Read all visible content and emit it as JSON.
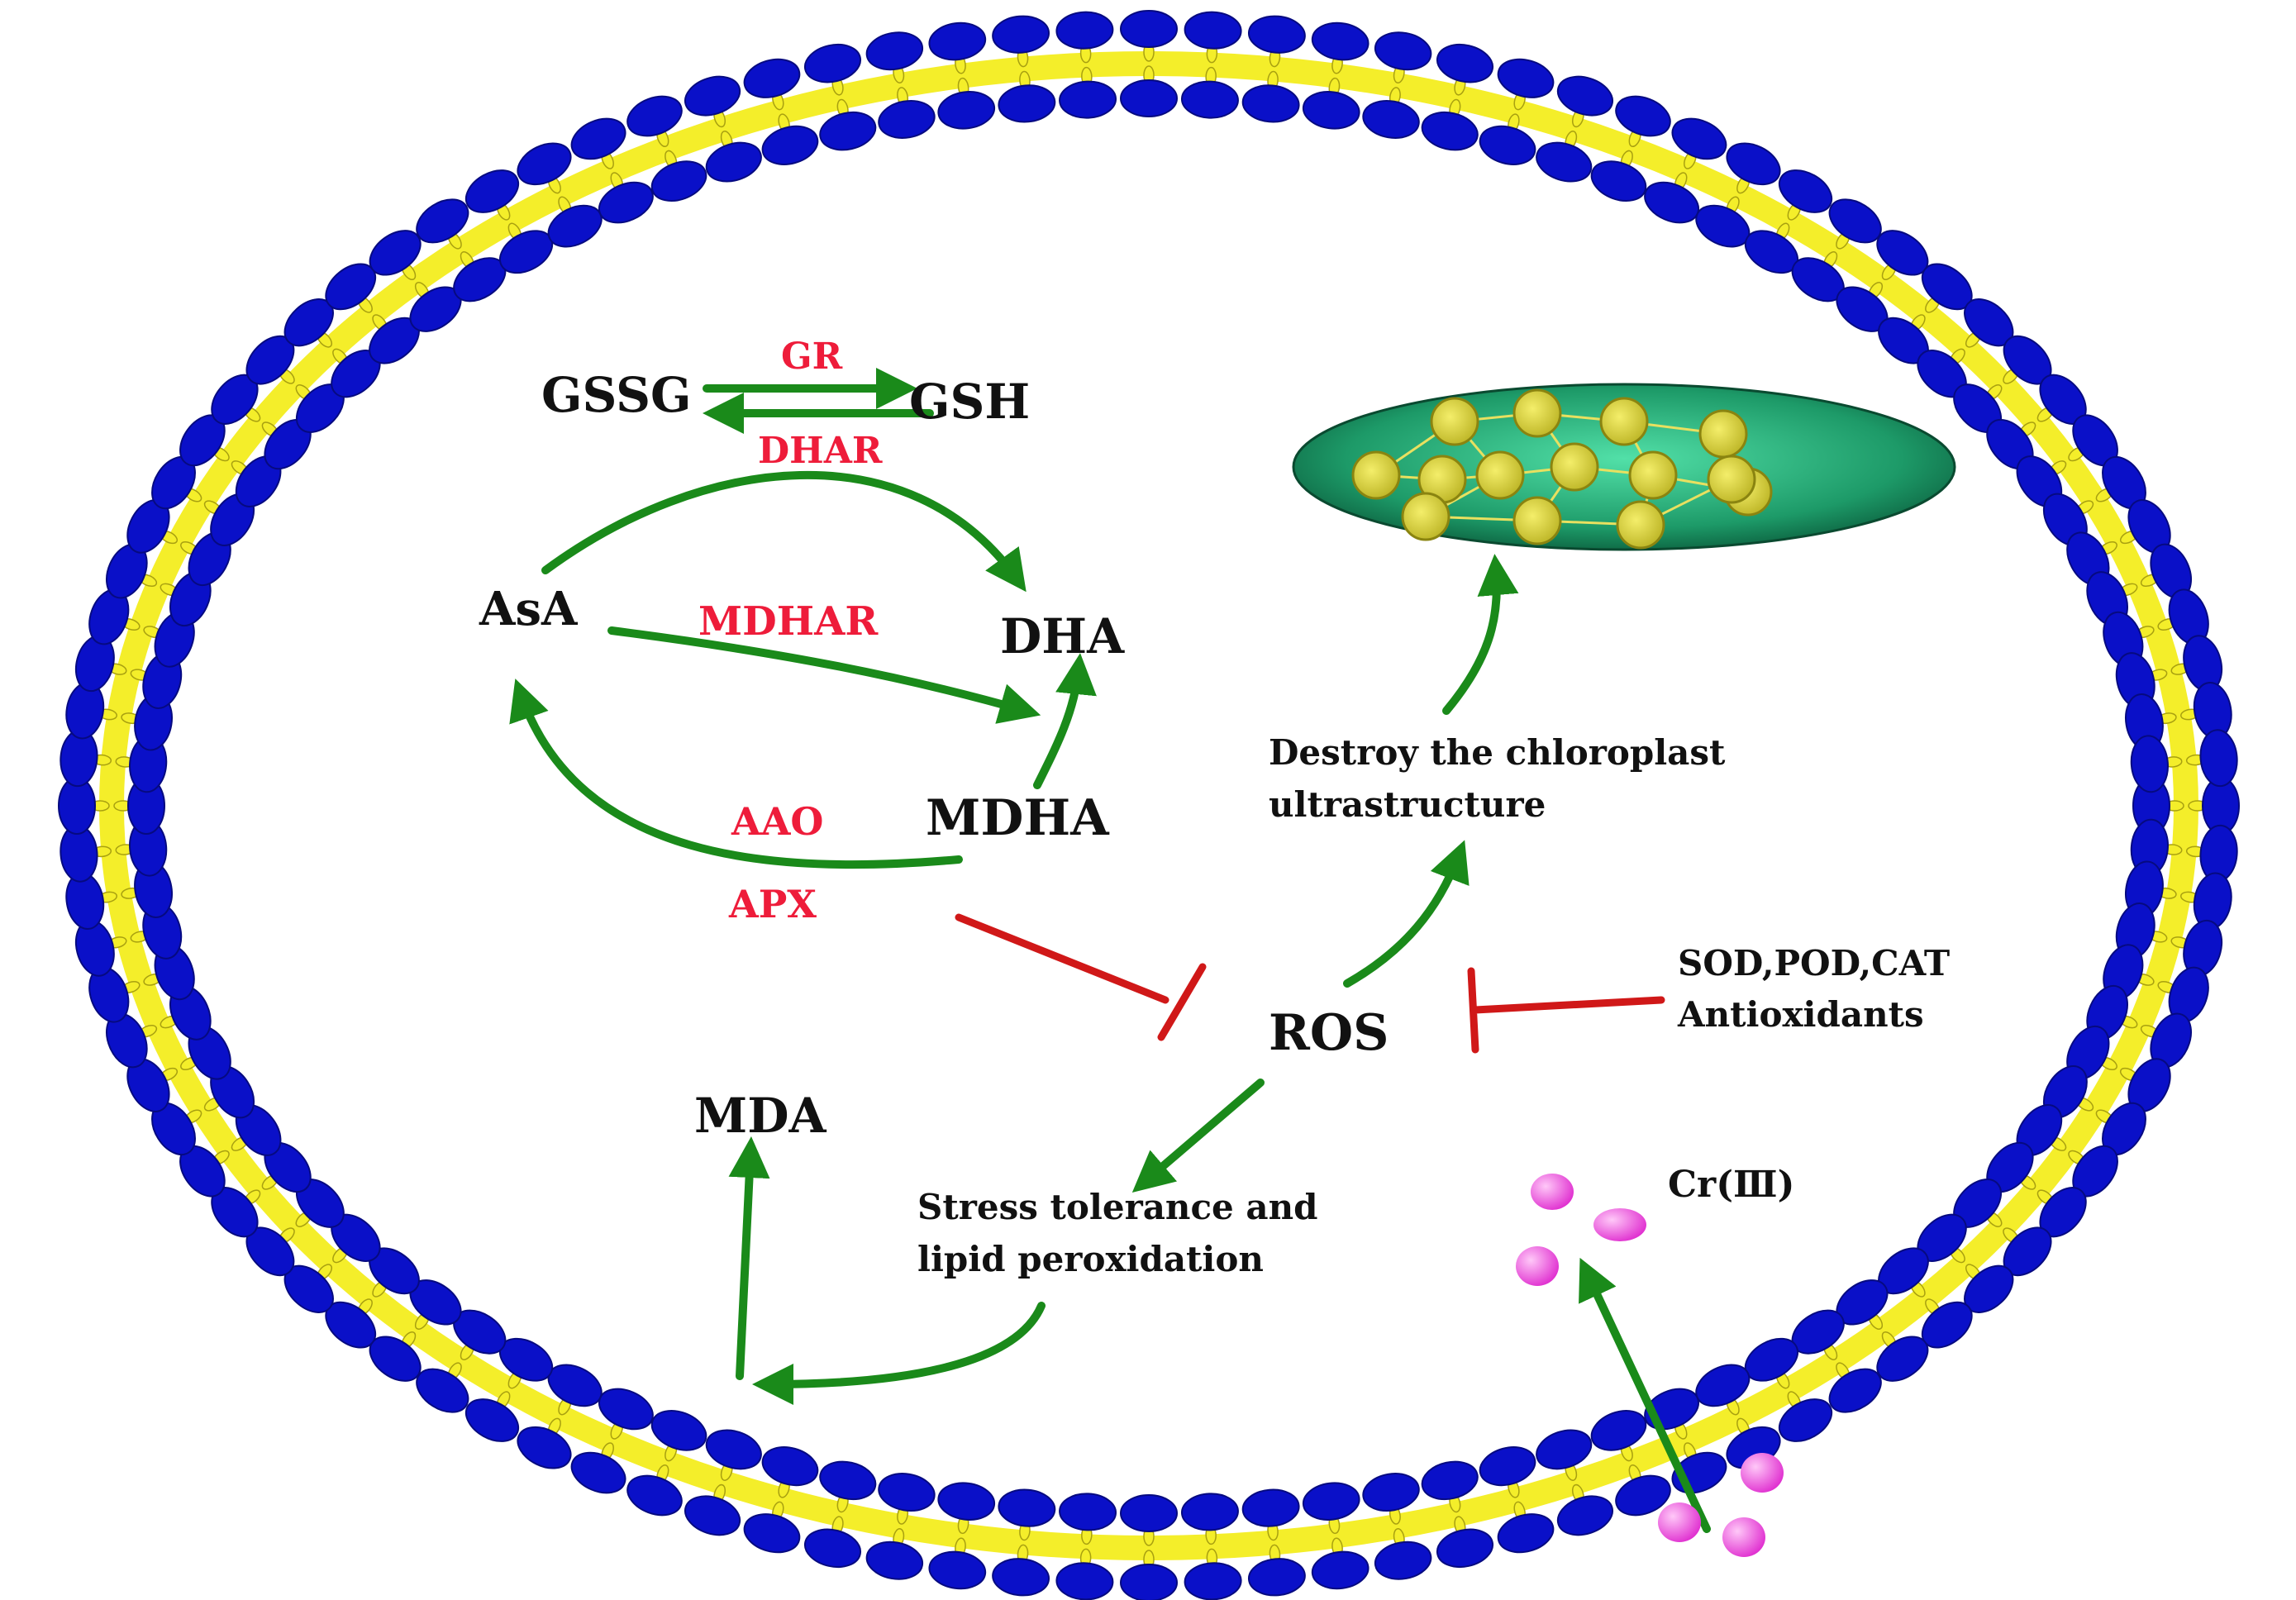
{
  "colors": {
    "membrane_head": "#0a10c8",
    "membrane_head_edge": "#060a80",
    "membrane_tail": "#f4ee2a",
    "arrow_green": "#1a8a1a",
    "inhibit_red": "#d01818",
    "enzyme_red": "#ee1c3a",
    "text_black": "#111111",
    "ion_pink": "#f04ce0",
    "chloroplast_dark": "#0a5a3a",
    "chloroplast_light": "#3fcf9a",
    "thylakoid": "#d8d23a"
  },
  "icons": {
    "membrane": "lipid-bilayer-icon",
    "chloroplast": "chloroplast-icon",
    "ion": "ion-particle-icon"
  },
  "labels": {
    "gssg": "GSSG",
    "gsh": "GSH",
    "gr": "GR",
    "dhar": "DHAR",
    "asa": "AsA",
    "dha": "DHA",
    "mdhar": "MDHAR",
    "mdha": "MDHA",
    "aao": "AAO",
    "apx": "APX",
    "ros": "ROS",
    "mda": "MDA",
    "destroy_1": "Destroy the chloroplast",
    "destroy_2": "ultrastructure",
    "sod_1": "SOD,POD,CAT",
    "sod_2": "Antioxidants",
    "stress_1": "Stress tolerance and",
    "stress_2": "lipid peroxidation",
    "cr": "Cr(Ⅲ)"
  }
}
